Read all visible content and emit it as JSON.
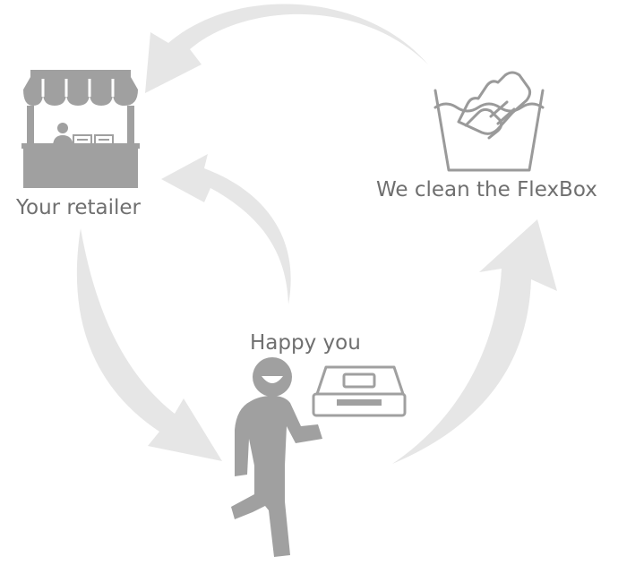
{
  "nodes": {
    "retailer": {
      "label": "Your retailer",
      "icon": "market-stall-icon"
    },
    "clean": {
      "label": "We clean the FlexBox",
      "icon": "washing-hands-icon"
    },
    "you": {
      "label": "Happy you",
      "icon": "happy-person-with-box-icon"
    }
  },
  "colors": {
    "arrow": "#e6e6e6",
    "icon": "#a0a0a0",
    "icon_dark": "#9a9a9a",
    "text": "#6f6f6f"
  }
}
